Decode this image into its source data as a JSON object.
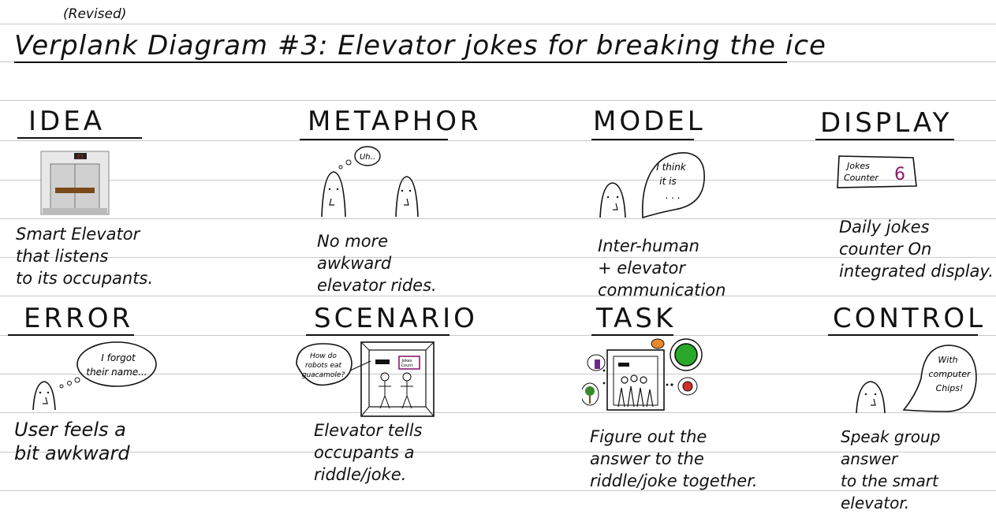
{
  "title": {
    "revised": "(Revised)",
    "main": "Verplank Diagram #3:  Elevator jokes  for breaking the ice"
  },
  "panels": [
    {
      "heading": "IDEA",
      "caption": "Smart Elevator\nthat listens\n to its occupants."
    },
    {
      "heading": "METAPHOR",
      "caption": "No more\nawkward\nelevator rides."
    },
    {
      "heading": "MODEL",
      "caption": "Inter-human\n+ elevator\ncommunication"
    },
    {
      "heading": "DISPLAY",
      "caption": "Daily jokes\ncounter   On\nintegrated display."
    },
    {
      "heading": "ERROR",
      "caption": "User feels a\nbit awkward"
    },
    {
      "heading": "SCENARIO",
      "caption": "Elevator tells\noccupants  a\n   riddle/joke."
    },
    {
      "heading": "TASK",
      "caption": "Figure out the\nanswer to the\nriddle/joke together."
    },
    {
      "heading": "CONTROL",
      "caption": "Speak group answer\nto the smart\n     elevator."
    }
  ],
  "sketches": {
    "idea_floor_sign": "01",
    "metaphor_bubble": "Uh..",
    "model_bubble_line1": "I think",
    "model_bubble_line2": "it is",
    "model_bubble_line3": ". . .",
    "display_label_line1": "Jokes",
    "display_label_line2": "Counter",
    "display_value": "6",
    "error_bubble_line1": "I forgot",
    "error_bubble_line2": "their name...",
    "scenario_bubble_line1": "How do",
    "scenario_bubble_line2": "robots eat",
    "scenario_bubble_line3": "guacamole?",
    "scenario_screen_line1": "Jokes",
    "scenario_screen_line2": "Count",
    "control_bubble_line1": "With",
    "control_bubble_line2": "computer",
    "control_bubble_line3": "Chips!"
  },
  "colors": {
    "ink": "#111111",
    "rule": "#c9c9c9",
    "display_accent": "#8b1a6b",
    "floor_sign": "#cc2222",
    "door_band": "#7a4a1a",
    "grape": "#6a2a8a",
    "tennis_ball": "#2aa82a",
    "cheese": "#e88a2a",
    "apple": "#d0302a",
    "tree": "#3a8a2a"
  }
}
